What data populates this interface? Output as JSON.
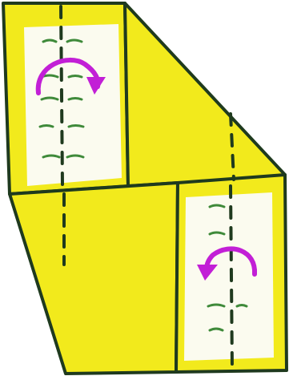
{
  "diagram": {
    "subject": "origami-fold-instruction",
    "colors": {
      "paper_front": "#f2ea1c",
      "paper_back": "#fbfbef",
      "outline": "#1f3a1e",
      "fold_line": "#1f3a1e",
      "crease_marks": "#3f8a3a",
      "arrow": "#c21fd6",
      "background": "#ffffff"
    },
    "panels": [
      {
        "id": "upper-left-flap",
        "arrow_direction": "clockwise",
        "fold_line": "valley-dashed"
      },
      {
        "id": "lower-right-flap",
        "arrow_direction": "counter-clockwise",
        "fold_line": "valley-dashed"
      }
    ],
    "icons": [
      "curved-arrow-clockwise-icon",
      "curved-arrow-counterclockwise-icon"
    ]
  }
}
